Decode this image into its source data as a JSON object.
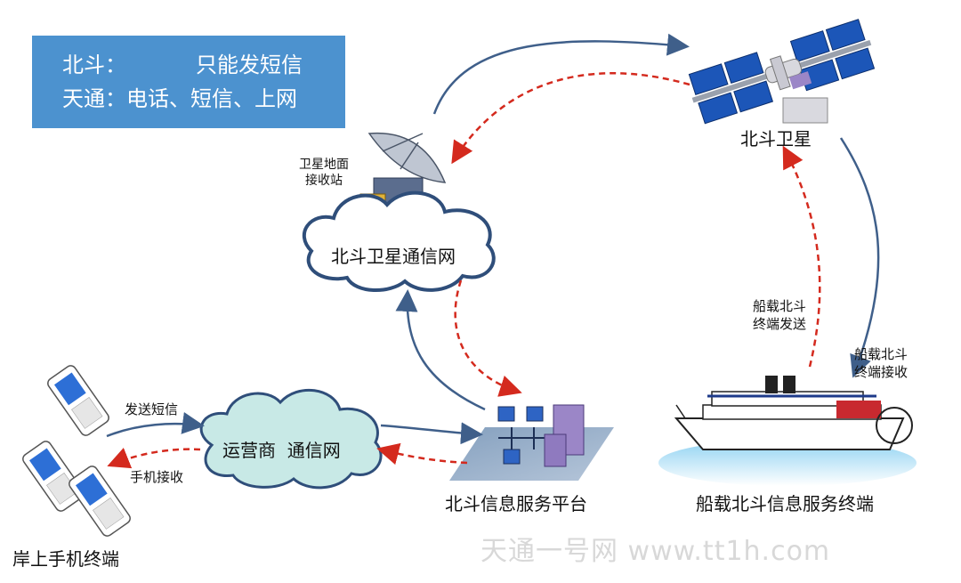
{
  "info_box": {
    "row1_name": "北斗：",
    "row1_value": "只能发短信",
    "row2": "天通：电话、短信、上网"
  },
  "nodes": {
    "satellite_label": "北斗卫星",
    "ground_station_label": "卫星地面\n接收站",
    "beidou_network_label": "北斗卫星通信网",
    "operator_network_label": "运营商  通信网",
    "service_platform_label": "北斗信息服务平台",
    "ship_terminal_label": "船载北斗信息服务终端",
    "phone_terminal_label": "岸上手机终端"
  },
  "edge_labels": {
    "ship_send": "船载北斗\n终端发送",
    "ship_receive": "船载北斗\n终端接收",
    "send_sms": "发送短信",
    "phone_receive": "手机接收"
  },
  "watermark": "天通一号网 www.tt1h.com",
  "colors": {
    "info_box": "#4c92cf",
    "solid_arrow": "#3f5f8a",
    "dashed_arrow": "#d42a1e",
    "cloud_fill_beidou": "#ffffff",
    "cloud_fill_operator": "#c8e9e6",
    "cloud_stroke": "#2f4e7a"
  }
}
